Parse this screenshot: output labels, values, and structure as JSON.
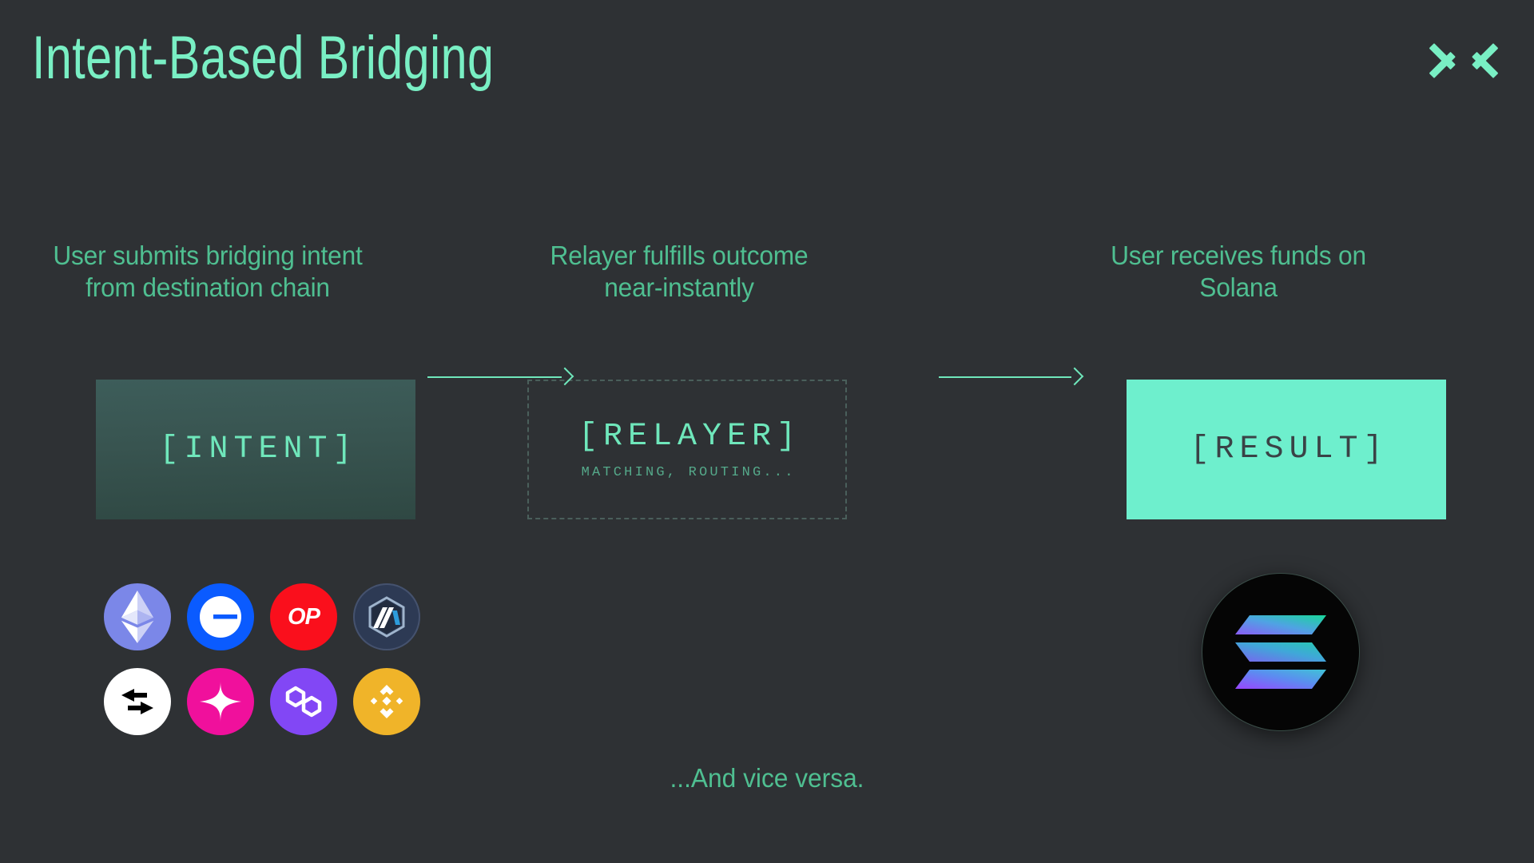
{
  "header": {
    "title": "Intent-Based Bridging",
    "close_icon": "close-x-icon",
    "accent_color": "#79efc4"
  },
  "theme": {
    "background": "#2e3134",
    "accent_mint": "#6fe7bb",
    "caption_green": "#4fbf91",
    "result_fill": "#6eefcd",
    "result_text": "#3a4246",
    "relayer_border": "#4a5f5b"
  },
  "flow": {
    "steps": [
      {
        "caption": "User submits bridging intent\nfrom destination chain",
        "box_label": "[INTENT]",
        "box_sub": "",
        "box_style": "gradient-filled"
      },
      {
        "caption": "Relayer fulfills outcome\nnear-instantly",
        "box_label": "[RELAYER]",
        "box_sub": "MATCHING, ROUTING...",
        "box_style": "dashed-outline"
      },
      {
        "caption": "User receives funds on\nSolana",
        "box_label": "[RESULT]",
        "box_sub": "",
        "box_style": "solid-mint"
      }
    ],
    "arrows": [
      {
        "name": "arrow-intent-to-relayer"
      },
      {
        "name": "arrow-relayer-to-result"
      }
    ]
  },
  "source_chains": [
    {
      "name": "Ethereum",
      "icon": "ethereum-icon",
      "color": "#7b87e8"
    },
    {
      "name": "Base",
      "icon": "base-icon",
      "color": "#0a5bff"
    },
    {
      "name": "Optimism",
      "icon": "optimism-icon",
      "color": "#fa0f1c",
      "mark": "OP"
    },
    {
      "name": "Arbitrum",
      "icon": "arbitrum-icon",
      "color": "#2d3a54"
    },
    {
      "name": "Across",
      "icon": "across-swap-icon",
      "color": "#ffffff"
    },
    {
      "name": "Linea",
      "icon": "linea-star-icon",
      "color": "#f0109c"
    },
    {
      "name": "Polygon",
      "icon": "polygon-icon",
      "color": "#8247f5"
    },
    {
      "name": "BNB Chain",
      "icon": "bnb-icon",
      "color": "#f0b429"
    }
  ],
  "destination_chain": {
    "name": "Solana",
    "icon": "solana-icon",
    "color": "#050505"
  },
  "footer": {
    "note": "...And vice versa."
  }
}
